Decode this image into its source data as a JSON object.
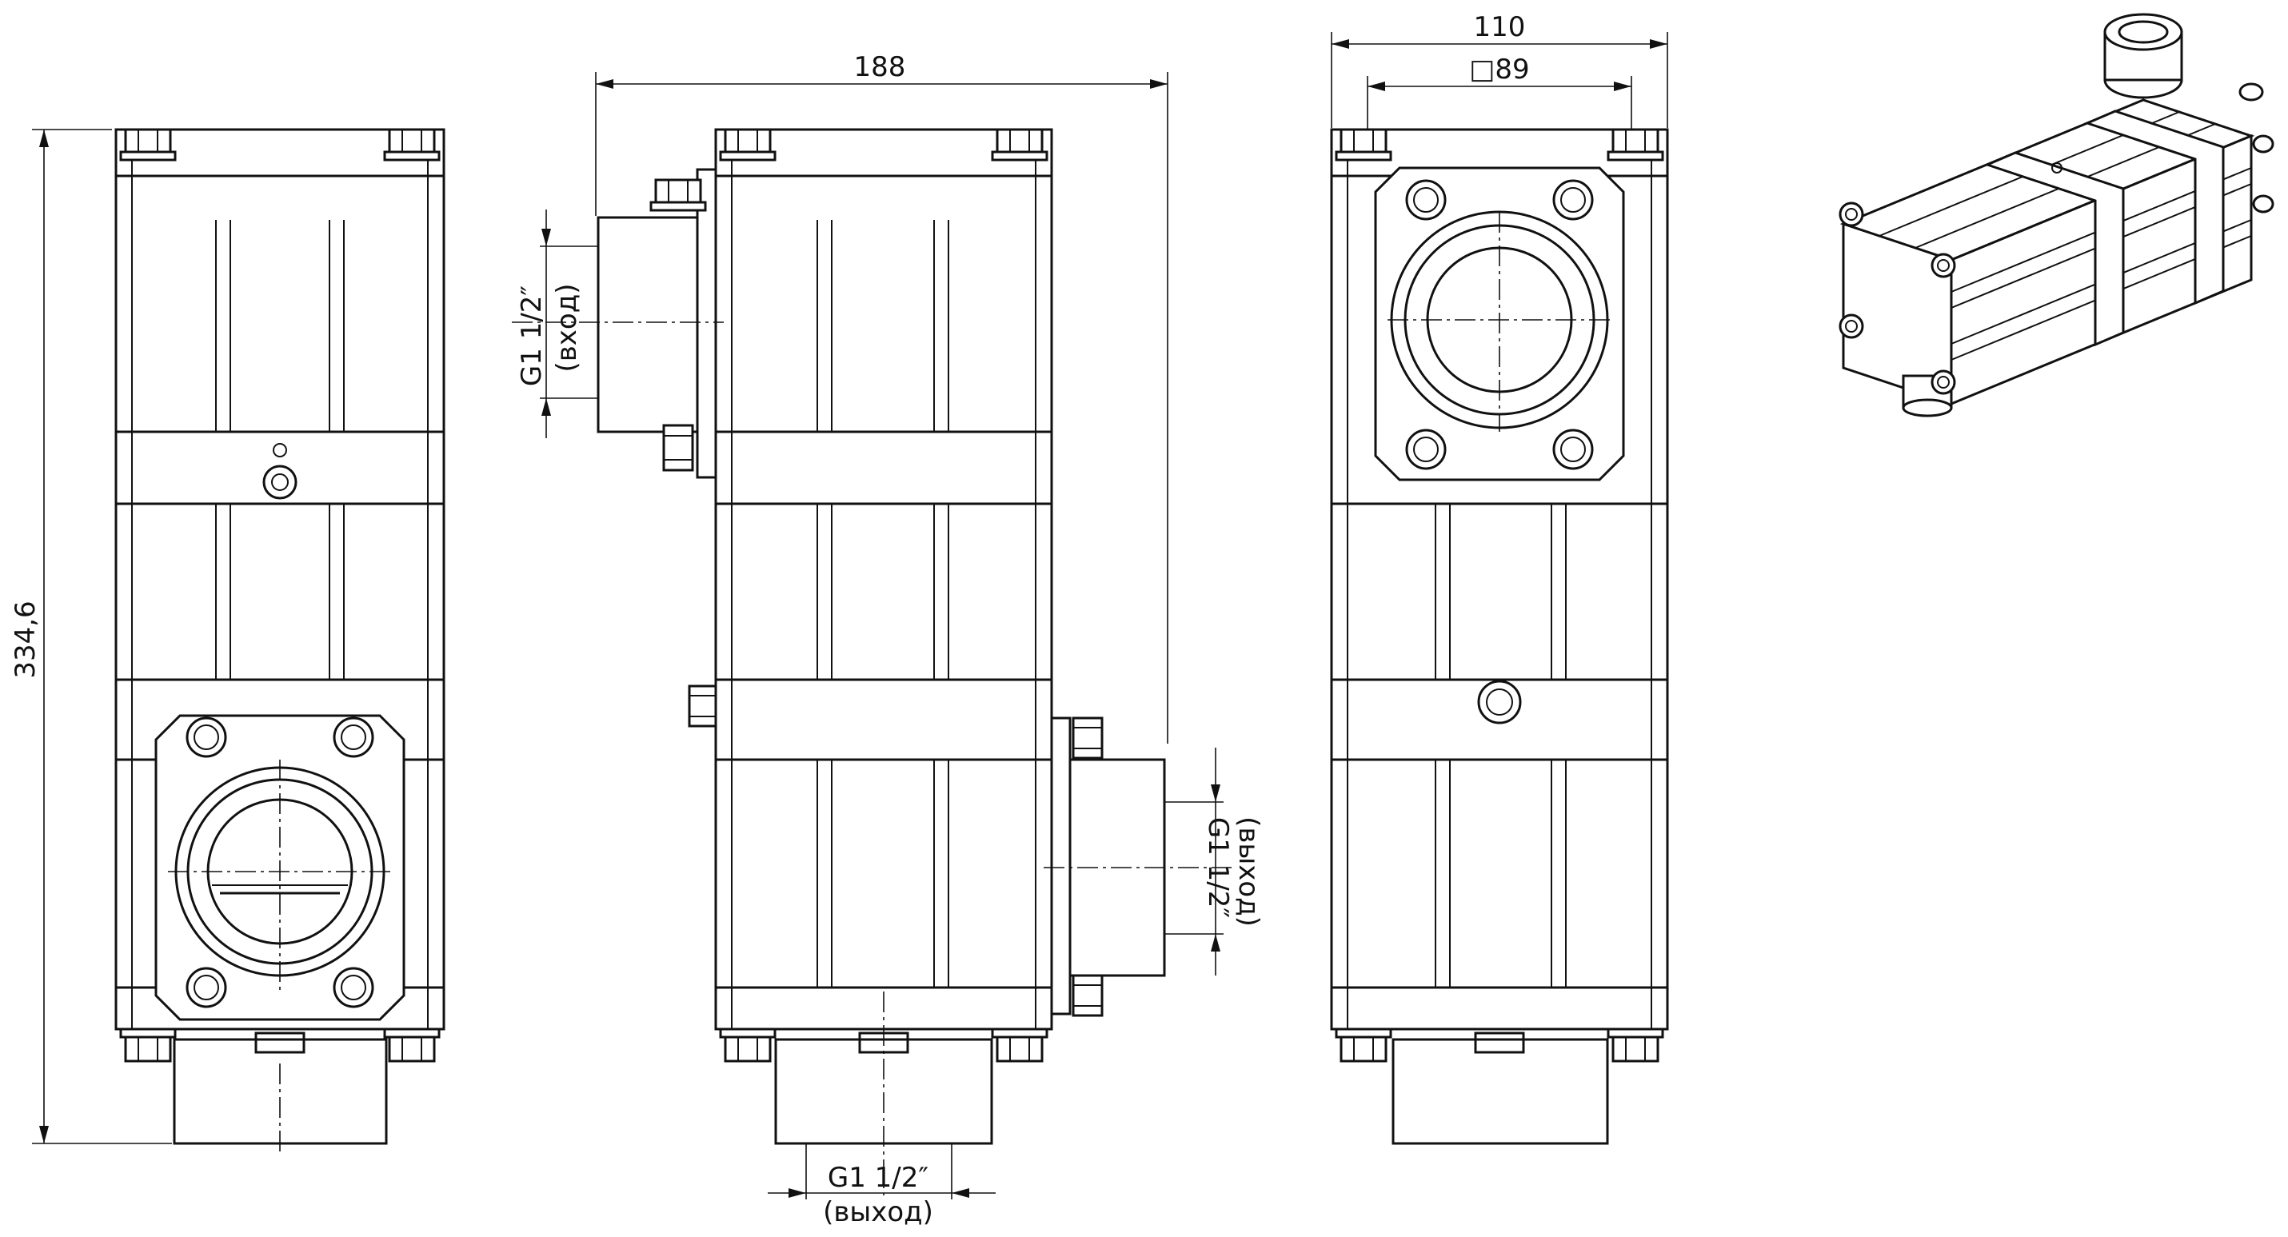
{
  "dimensions": {
    "height_total": "334,6",
    "width_side": "188",
    "width_right": "110",
    "square_flange": "□89"
  },
  "thread_labels": {
    "inlet_size": "G1 1/2″",
    "inlet_note": "(вход)",
    "side_outlet_size": "G1 1/2″",
    "side_outlet_note": "(выход)",
    "bottom_outlet_size": "G1 1/2″",
    "bottom_outlet_note": "(выход)"
  },
  "views": [
    "front-view",
    "side-view",
    "right-view",
    "isometric-view"
  ],
  "colors": {
    "line": "#111111",
    "background": "#ffffff"
  }
}
